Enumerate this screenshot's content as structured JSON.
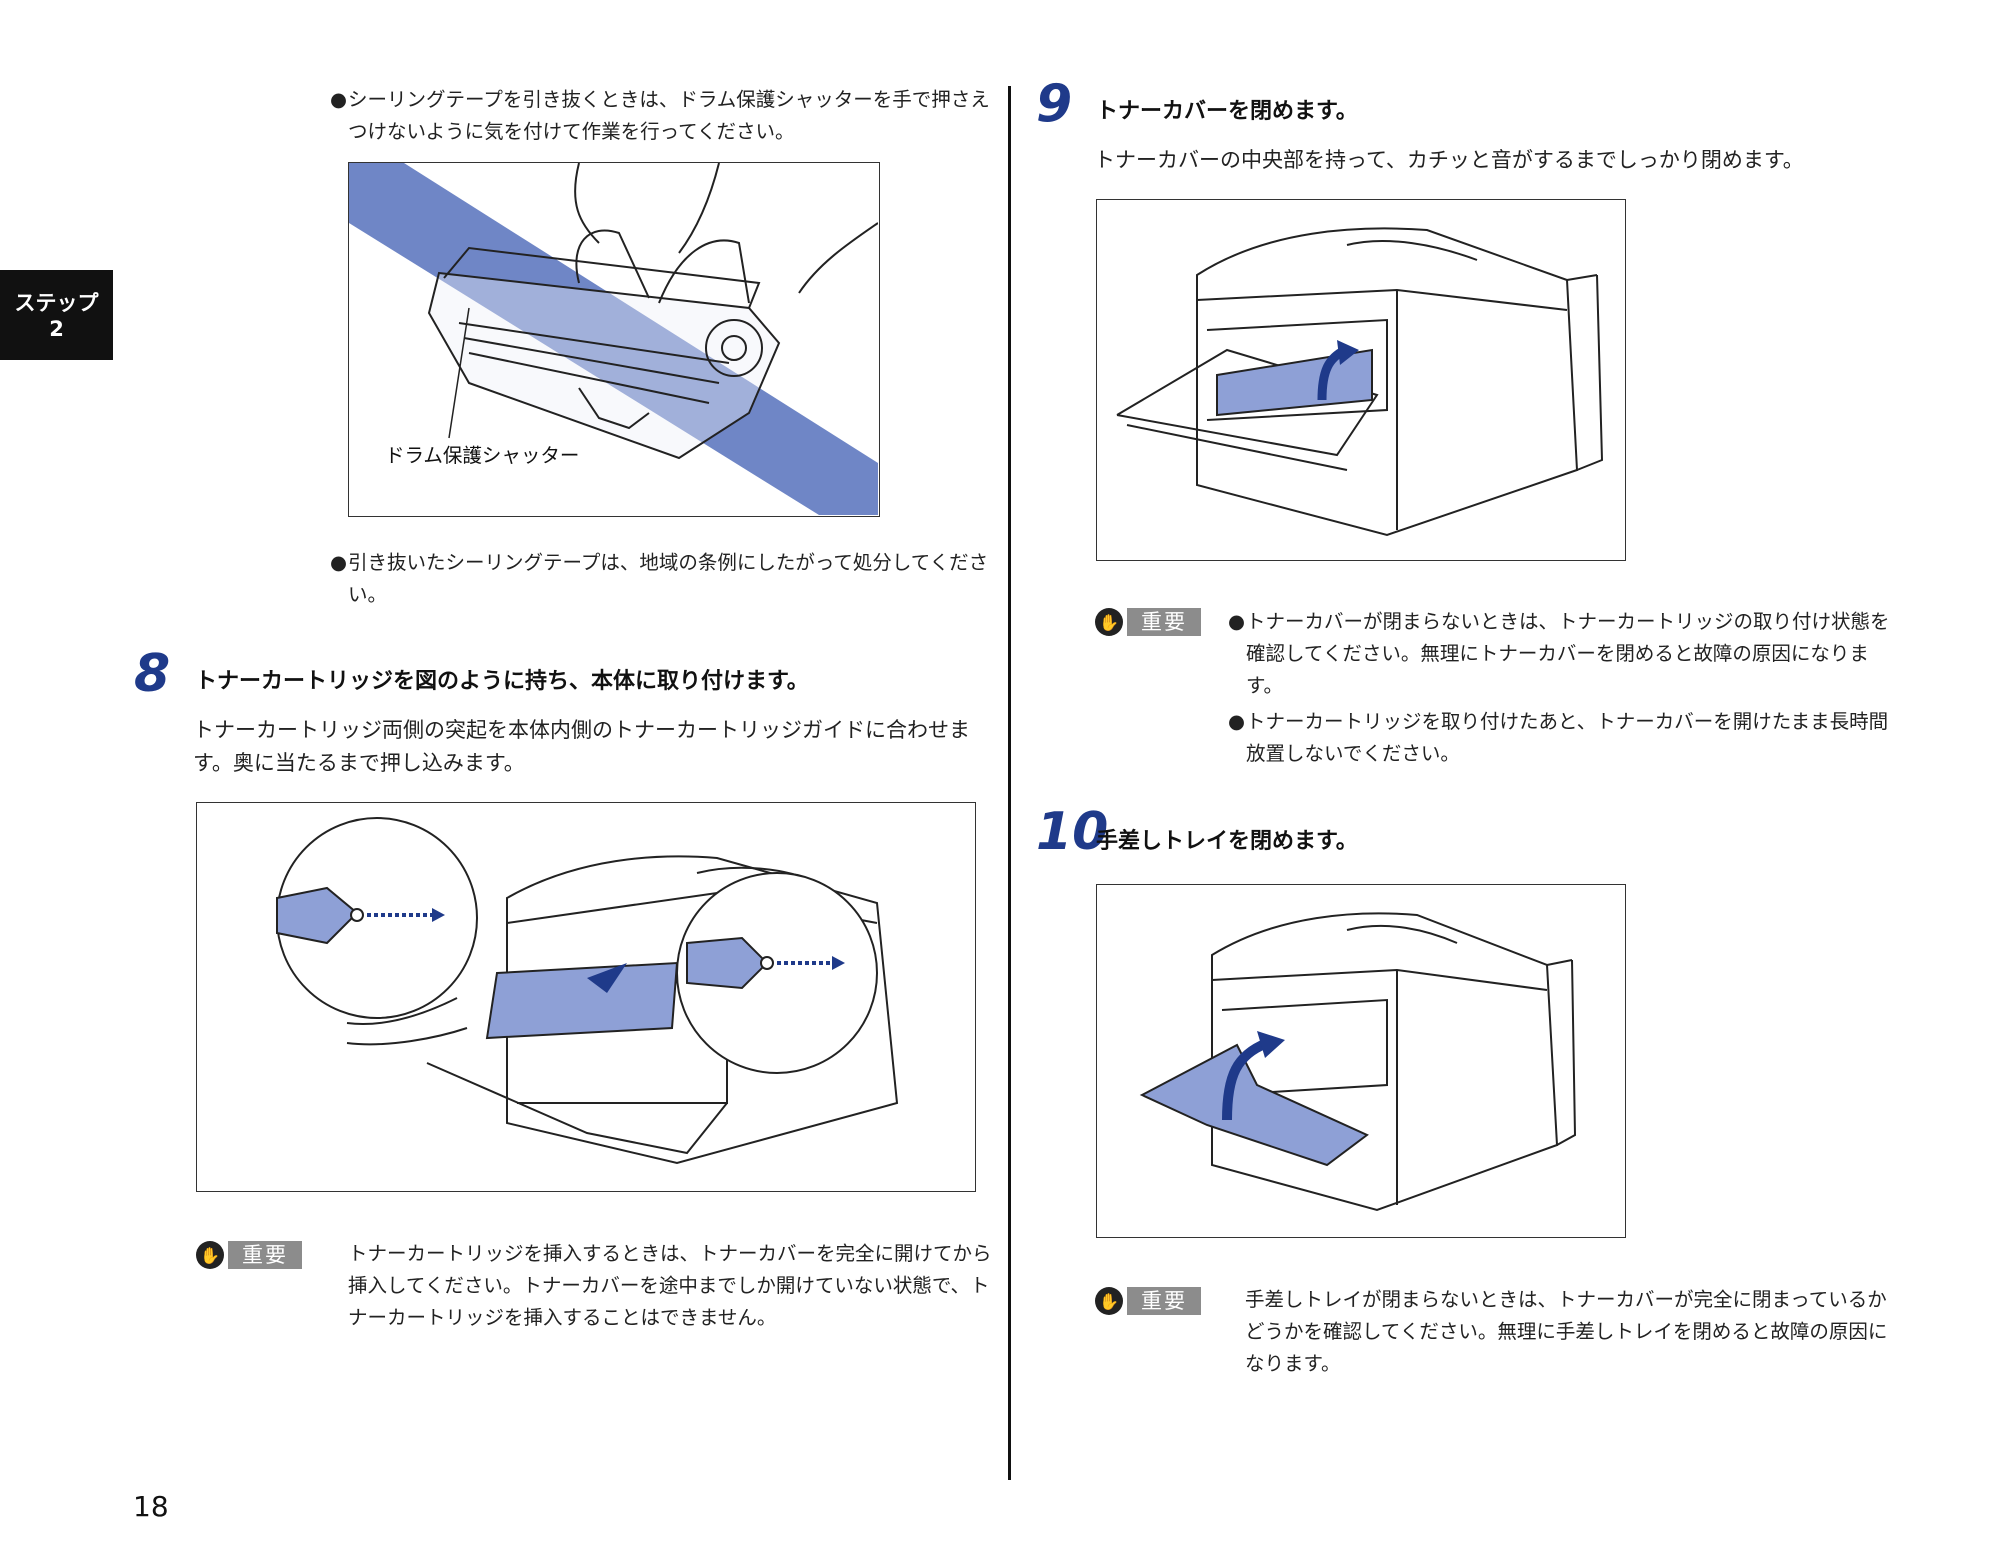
{
  "side_tab": {
    "line1": "ステップ",
    "line2": "2"
  },
  "left": {
    "bullet1": "シーリングテープを引き抜くときは、ドラム保護シャッターを手で押さえつけないように気を付けて作業を行ってください。",
    "fig1_caption": "ドラム保護シャッター",
    "bullet2": "引き抜いたシーリングテープは、地域の条例にしたがって処分してください。",
    "step8": {
      "number": "8",
      "title": "トナーカートリッジを図のように持ち、本体に取り付けます。",
      "body": "トナーカートリッジ両側の突起を本体内側のトナーカートリッジガイドに合わせます。奥に当たるまで押し込みます。"
    },
    "note": {
      "label": "重要",
      "text": "トナーカートリッジを挿入するときは、トナーカバーを完全に開けてから挿入してください。トナーカバーを途中までしか開けていない状態で、トナーカートリッジを挿入することはできません。"
    }
  },
  "right": {
    "step9": {
      "number": "9",
      "title": "トナーカバーを閉めます。",
      "body": "トナーカバーの中央部を持って、カチッと音がするまでしっかり閉めます。"
    },
    "note9": {
      "label": "重要",
      "item1": "トナーカバーが閉まらないときは、トナーカートリッジの取り付け状態を確認してください。無理にトナーカバーを閉めると故障の原因になります。",
      "item2": "トナーカートリッジを取り付けたあと、トナーカバーを開けたまま長時間放置しないでください。"
    },
    "step10": {
      "number": "10",
      "title": "手差しトレイを閉めます。"
    },
    "note10": {
      "label": "重要",
      "text": "手差しトレイが閉まらないときは、トナーカバーが完全に閉まっているかどうかを確認してください。無理に手差しトレイを閉めると故障の原因になります。"
    }
  },
  "page_number": "18",
  "colors": {
    "accent_blue": "#1f3a8a",
    "highlight_blue": "#6f86c6"
  }
}
